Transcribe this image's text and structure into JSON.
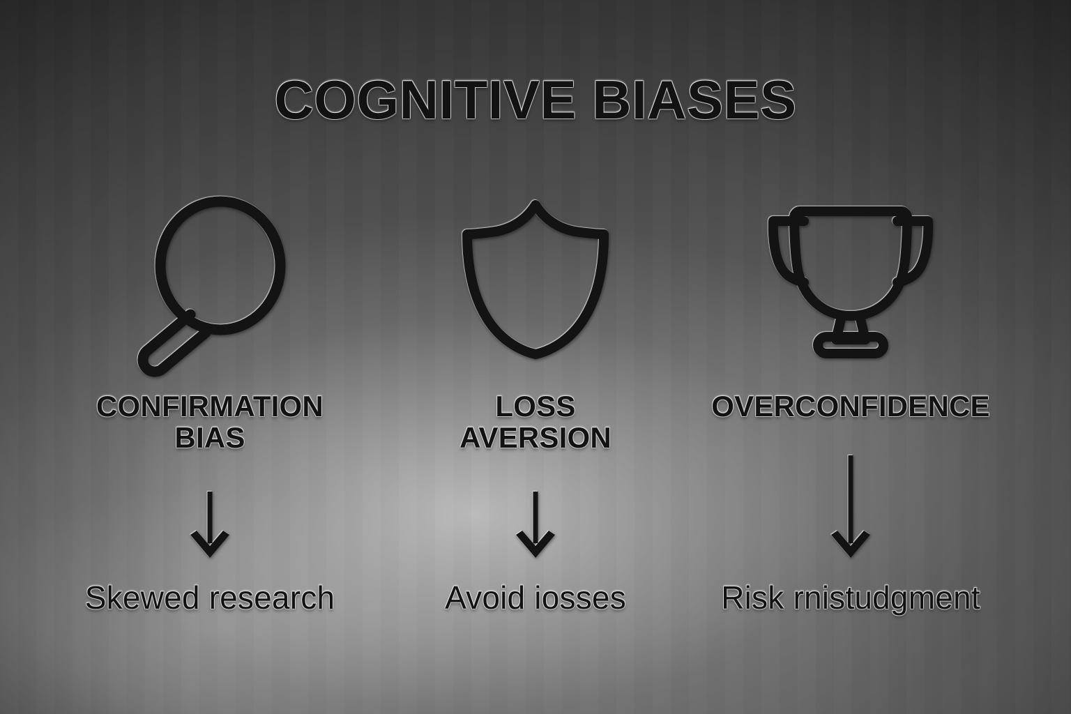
{
  "poster": {
    "title": "COGNITIVE BIASES",
    "background_dark": "#3a3a3a",
    "background_light": "#b4b4b4",
    "text_color": "#121212",
    "outline_color": "#e6e6e6"
  },
  "columns": [
    {
      "icon": "magnifying-glass-icon",
      "bias_line1": "CONFIRMATION",
      "bias_line2": "BIAS",
      "arrow": "down-arrow-icon",
      "outcome": "Skewed research"
    },
    {
      "icon": "shield-icon",
      "bias_line1": "LOSS",
      "bias_line2": "AVERSION",
      "arrow": "down-arrow-icon",
      "outcome": "Avoid iosses"
    },
    {
      "icon": "trophy-icon",
      "bias_line1": "OVERCONFIDENCE",
      "bias_line2": "",
      "arrow": "down-arrow-icon",
      "outcome": "Risk rnistudgment"
    }
  ]
}
